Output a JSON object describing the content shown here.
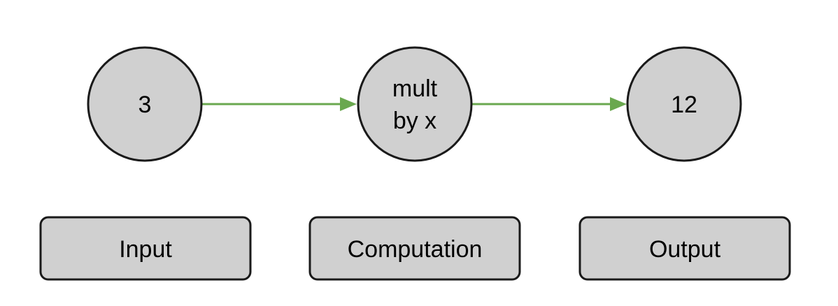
{
  "nodes": {
    "input": {
      "text": "3"
    },
    "computation": {
      "line1": "mult",
      "line2": "by x"
    },
    "output": {
      "text": "12"
    }
  },
  "labels": {
    "input": "Input",
    "computation": "Computation",
    "output": "Output"
  },
  "colors": {
    "edge": "#6aa84f",
    "node_fill": "#d0d0d0",
    "stroke": "#1a1a1a"
  }
}
